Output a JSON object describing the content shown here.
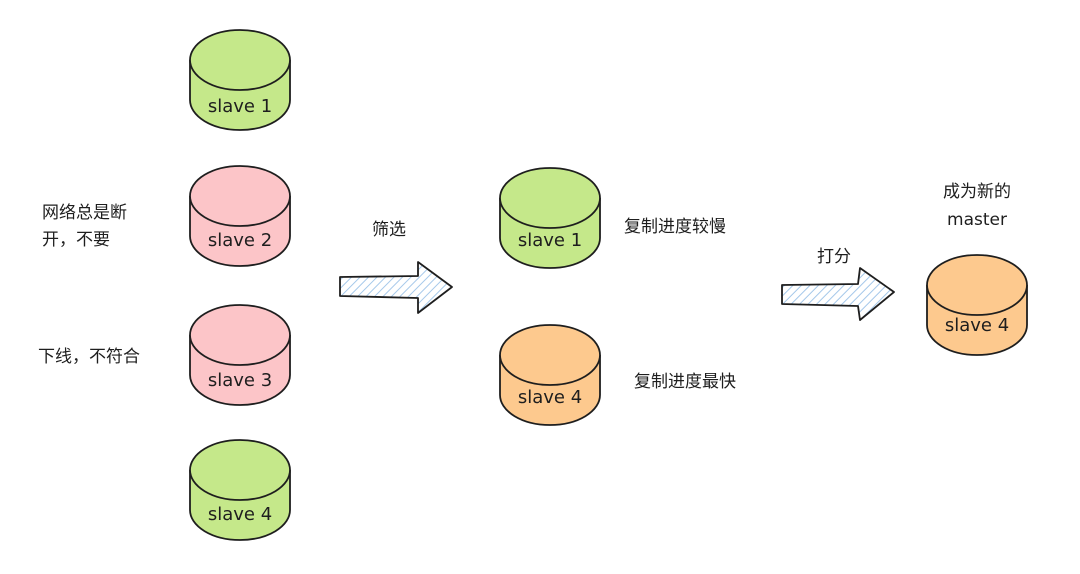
{
  "colors": {
    "green": "#c5e88a",
    "pink": "#fcc5c8",
    "orange": "#fdc98e",
    "stroke": "#1e1e1e",
    "hatch": "#a5c8ea"
  },
  "left_nodes": [
    {
      "label": "slave 1",
      "color": "green"
    },
    {
      "label": "slave 2",
      "color": "pink"
    },
    {
      "label": "slave 3",
      "color": "pink"
    },
    {
      "label": "slave 4",
      "color": "green"
    }
  ],
  "left_notes": {
    "slave2_line1": "网络总是断",
    "slave2_line2": "开，不要",
    "slave3": "下线，不符合"
  },
  "arrow1_label": "筛选",
  "middle_nodes": [
    {
      "label": "slave 1",
      "color": "green",
      "note": "复制进度较慢"
    },
    {
      "label": "slave 4",
      "color": "orange",
      "note": "复制进度最快"
    }
  ],
  "arrow2_label": "打分",
  "result": {
    "title_line1": "成为新的",
    "title_line2": "master",
    "node_label": "slave 4",
    "color": "orange"
  }
}
